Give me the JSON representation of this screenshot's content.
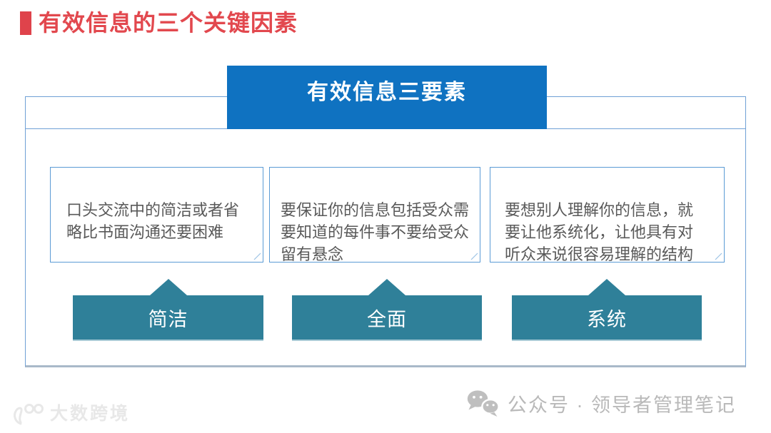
{
  "colors": {
    "red": "#E2484E",
    "bar_red": "#DF434B",
    "blue": "#0F72C1",
    "teal": "#2F8099",
    "frame_border": "#6FA0D6",
    "box_border": "#5B9BD5",
    "text_gray": "#595959",
    "wm_gray": "#B9B9B9"
  },
  "header": {
    "title": "有效信息的三个关键因素"
  },
  "banner": {
    "title": "有效信息三要素"
  },
  "factors": [
    {
      "description": "口头交流中的简洁或者省\n略比书面沟通还要困难",
      "label": "简洁"
    },
    {
      "description": "要保证你的信息包括受众需\n要知道的每件事不要给受众\n留有悬念",
      "label": "全面"
    },
    {
      "description": "要想别人理解你的信息，就\n要让他系统化，让他具有对\n听众来说很容易理解的结构",
      "label": "系统"
    }
  ],
  "watermarks": {
    "right": {
      "icon": "wechat-icon",
      "text": "公众号 · 领导者管理笔记"
    },
    "left": {
      "icon": "dashu-logo-icon",
      "text": "大数跨境"
    }
  }
}
